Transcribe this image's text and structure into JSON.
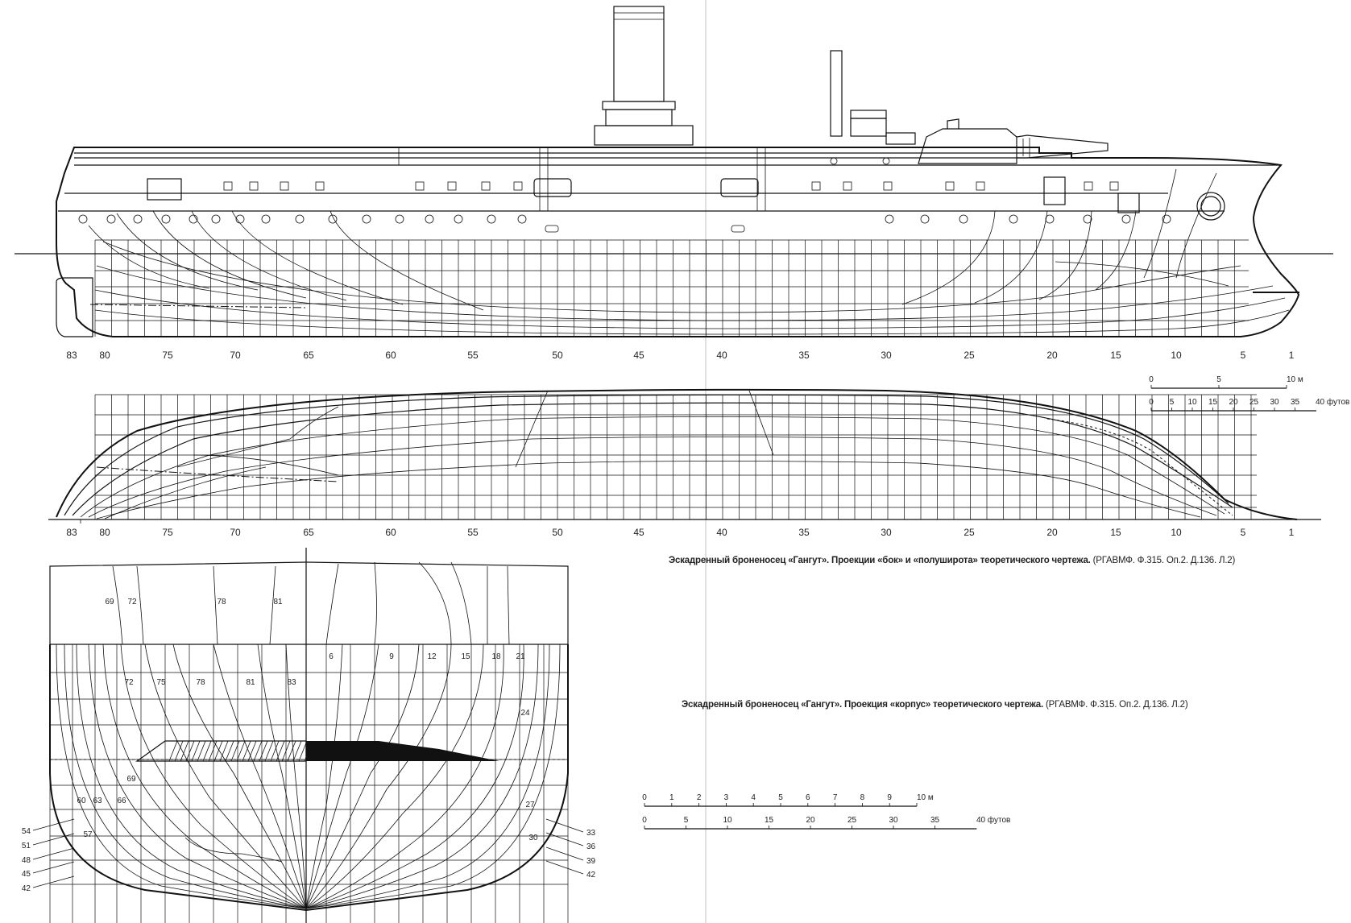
{
  "captions": {
    "profile_title": "Эскадренный броненосец «Гангут». Проекции «бок» и «полуширота» теоретического чертежа.",
    "profile_source": "(РГАВМФ. Ф.315. Оп.2. Д.136. Л.2)",
    "body_title": "Эскадренный броненосец «Гангут». Проекция «корпус» теоретического чертежа.",
    "body_source": "(РГАВМФ. Ф.315. Оп.2. Д.136. Л.2)"
  },
  "frame_labels": [
    "83",
    "80",
    "75",
    "70",
    "65",
    "60",
    "55",
    "50",
    "45",
    "40",
    "35",
    "30",
    "25",
    "20",
    "15",
    "10",
    "5",
    "1"
  ],
  "body_plan_labels": {
    "aft_upper": [
      "69",
      "72",
      "78",
      "81"
    ],
    "fore_upper": [
      "6",
      "9",
      "12",
      "15",
      "18",
      "21",
      "24"
    ],
    "aft_middle": [
      "72",
      "75",
      "78",
      "81",
      "83"
    ],
    "aft_lower": [
      "69",
      "60",
      "63",
      "66",
      "57"
    ],
    "left_side": [
      "54",
      "51",
      "48",
      "45",
      "42"
    ],
    "right_side": [
      "27",
      "30",
      "33",
      "36",
      "39",
      "42"
    ]
  },
  "scale_small": {
    "meters_ticks": [
      "0",
      "5"
    ],
    "meters_unit": "10 м",
    "feet_ticks": [
      "0",
      "5",
      "10",
      "15",
      "20",
      "25",
      "30",
      "35"
    ],
    "feet_unit": "40 футов"
  },
  "scale_large": {
    "meters_ticks": [
      "0",
      "1",
      "2",
      "3",
      "4",
      "5",
      "6",
      "7",
      "8",
      "9"
    ],
    "meters_unit": "10 м",
    "feet_ticks": [
      "0",
      "5",
      "10",
      "15",
      "20",
      "25",
      "30",
      "35"
    ],
    "feet_unit": "40 футов"
  },
  "icons": [
    "ship-profile-drawing",
    "half-breadth-plan",
    "body-plan"
  ]
}
